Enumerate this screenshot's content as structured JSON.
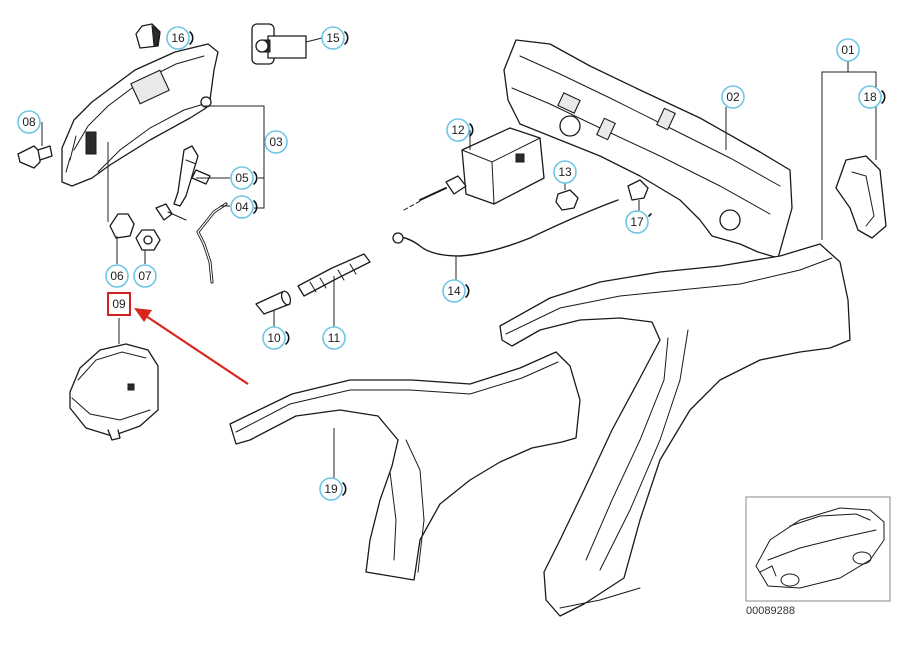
{
  "diagram": {
    "reference_number": "00089288",
    "highlighted_part": "09",
    "accent_color": "#d9261c",
    "callout_color": "#6ec6e6",
    "callouts": [
      "01",
      "02",
      "03",
      "04",
      "05",
      "06",
      "07",
      "08",
      "10",
      "11",
      "12",
      "13",
      "14",
      "15",
      "16",
      "17",
      "18",
      "19"
    ]
  }
}
